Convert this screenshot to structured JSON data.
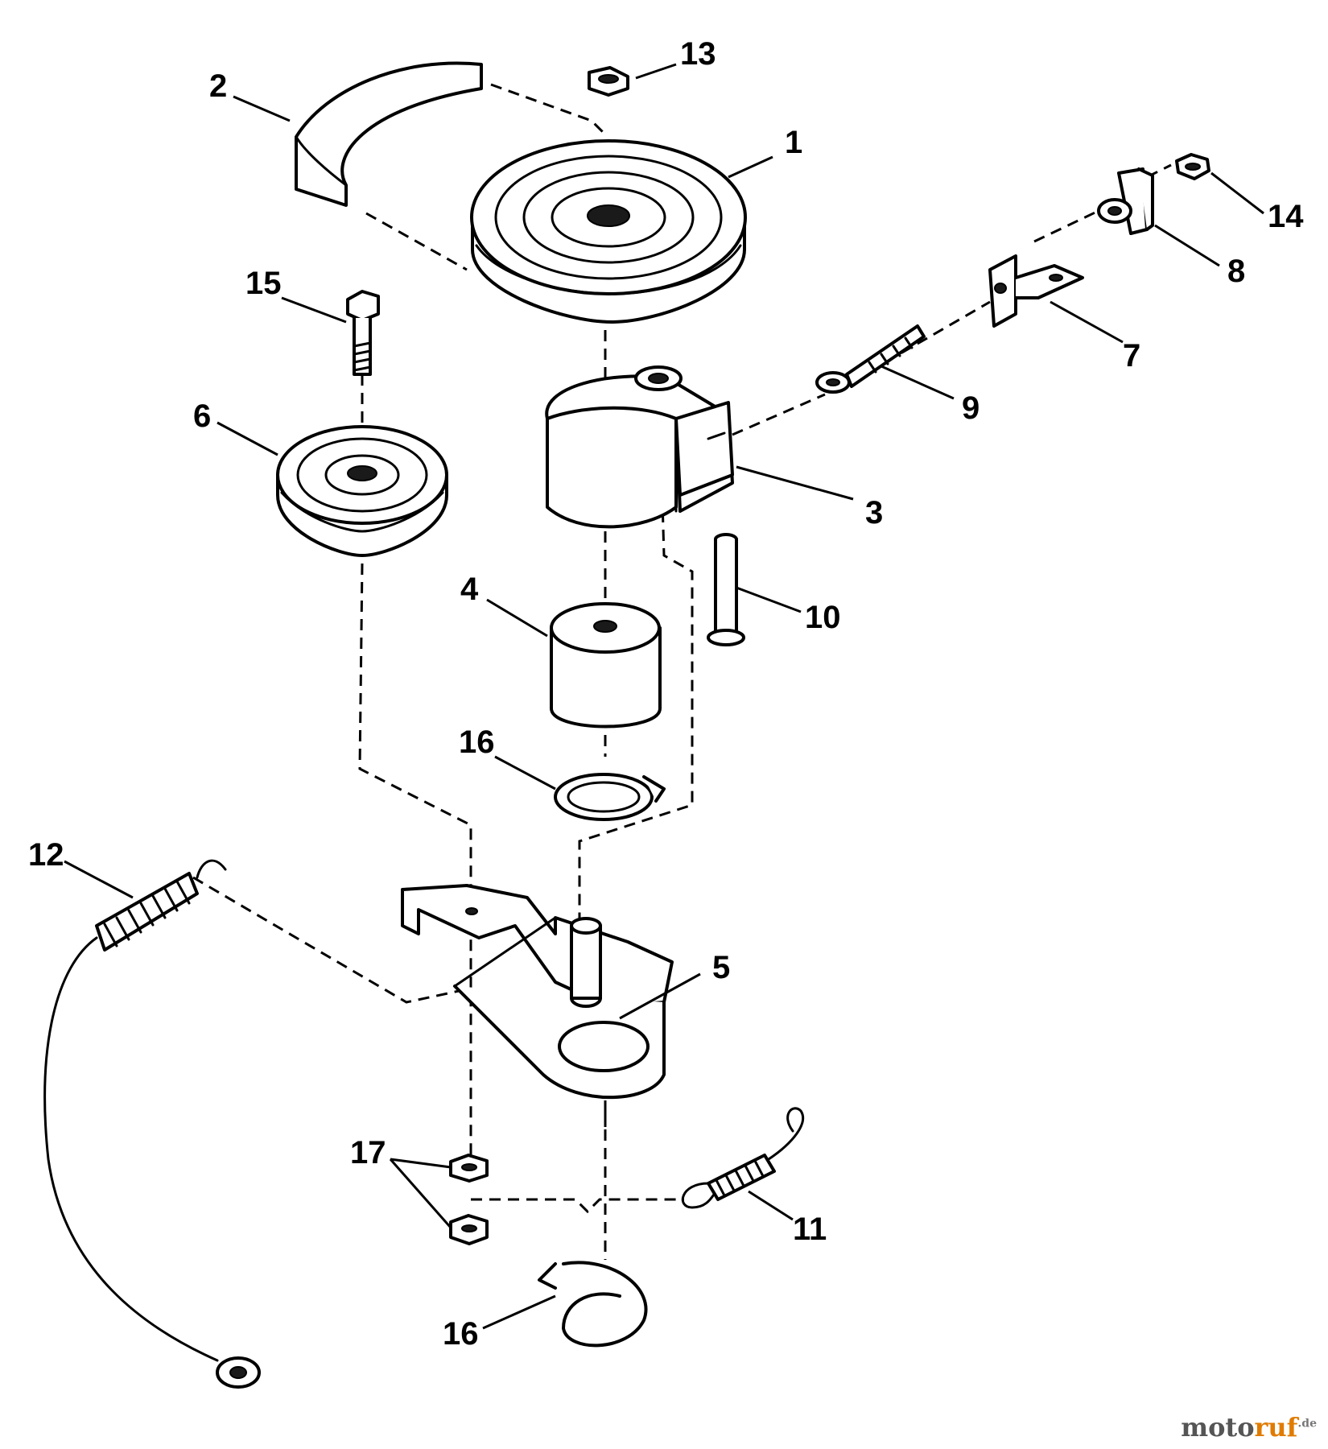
{
  "diagram": {
    "callouts": {
      "c1": "1",
      "c2": "2",
      "c3": "3",
      "c4": "4",
      "c5": "5",
      "c6": "6",
      "c7": "7",
      "c8": "8",
      "c9": "9",
      "c10": "10",
      "c11": "11",
      "c12": "12",
      "c13": "13",
      "c14": "14",
      "c15": "15",
      "c16a": "16",
      "c16b": "16",
      "c17": "17"
    }
  },
  "watermark": {
    "part_a": "moto",
    "part_b": "ruf",
    "part_c": ".de"
  },
  "colors": {
    "line": "#000000",
    "background": "#ffffff",
    "watermark_accent": "#e07b00"
  }
}
